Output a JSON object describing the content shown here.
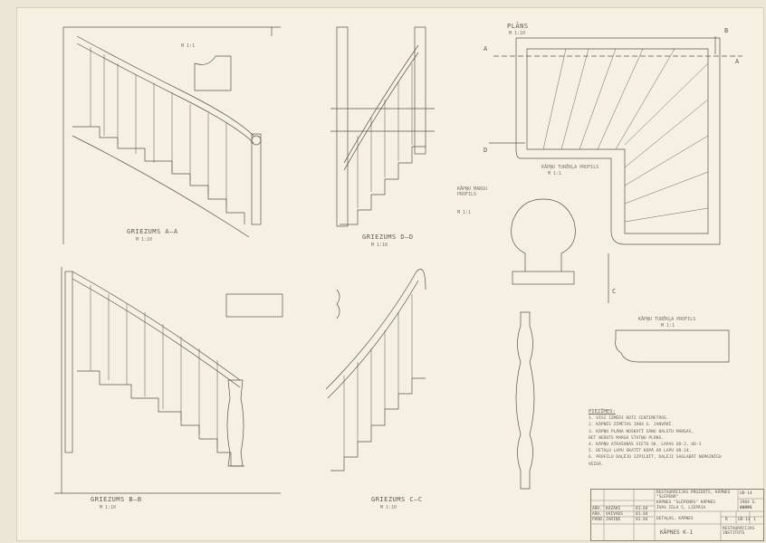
{
  "sections": {
    "aa": {
      "title": "GRIEZUMS A—A",
      "scale": "M 1:10"
    },
    "dd": {
      "title": "GRIEZUMS D—D",
      "scale": "M 1:10"
    },
    "bb": {
      "title": "GRIEZUMS B—B",
      "scale": "M 1:10"
    },
    "cc": {
      "title": "GRIEZUMS C—C",
      "scale": "M 1:10"
    },
    "plan": {
      "title": "PLĀNS",
      "scale": "M 1:10"
    },
    "handrail_small": {
      "title": "KĀPŅU TURĒKĻA PROFILS",
      "scale": "M 1:1"
    },
    "profile": {
      "title": "KĀPŅU MARGU PROFILS",
      "scale": "M 1:1"
    },
    "handrail": {
      "title": "KĀPŅU TURĒKĻA PROFILS",
      "scale": "M 1:1"
    },
    "detail_scale": "M 1:1"
  },
  "plan_markers": {
    "a_left": "A",
    "a_right": "A",
    "b_top": "B",
    "d_left": "D",
    "c_bottom": "C"
  },
  "notes": {
    "heading": "PIEZĪMES:",
    "items": [
      "1. VISI IZMĒRI DOTI CENTIMETROS.",
      "2. KĀPNĒS ZĪMĒTAS 1984 G. JANVĀRĪ.",
      "3. KĀPŅU PLĀNA NOSKATĪ SĀNU BALSTU MARGAS,",
      "   BET NEDOTS MARGU STATŅU PLĀNS.",
      "4. KĀPŅU ATRAŠANĀS VIETU SK. LAPAS UD-2, UD-3",
      "5. DETAĻU LAPU SKATĪT KOPĀ AR LAPU UD-14.",
      "6. PROFILU DAĻĒJU IZPILDĪT, DAĻĒJI SAGLABĀT NEMAINĪGU",
      "   VEIDĀ."
    ]
  },
  "title_block": {
    "project": "RESTAURĀCIJAS PROJEKTS, KĀPNES \"SLĒPENĀ\"",
    "project2": "KĀPNES \"SLĒPENĀS\" KĀPNES",
    "code": "UD-14",
    "year": "1984 G.",
    "address": "ĪVAS IELA 5, LIEPĀJA",
    "number": "00095",
    "stage": "R",
    "sheet": "UD-14",
    "sheets": "1",
    "subject": "DETAĻAS, KĀPNES",
    "drawing": "KĀPNES K-1",
    "institute": "RESTAURĀCIJAS INSTITŪTS",
    "roles": [
      "ARH.",
      "ARH.",
      "PĀRB."
    ],
    "names": [
      "KAZĀKS",
      "VAIVADS",
      "ZARIŅŠ"
    ],
    "dates": [
      "01.84",
      "01.84",
      "01.84"
    ]
  }
}
